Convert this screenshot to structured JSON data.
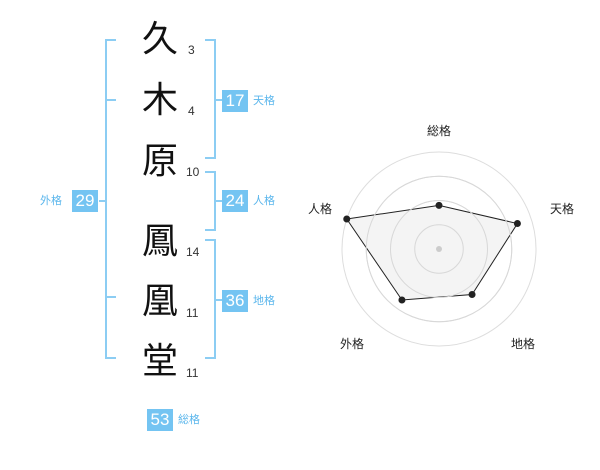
{
  "name_chars": [
    {
      "char": "久",
      "strokes": "3"
    },
    {
      "char": "木",
      "strokes": "4"
    },
    {
      "char": "原",
      "strokes": "10"
    },
    {
      "char": "鳳",
      "strokes": "14"
    },
    {
      "char": "凰",
      "strokes": "11"
    },
    {
      "char": "堂",
      "strokes": "11"
    }
  ],
  "grades": {
    "tenkaku": {
      "value": "17",
      "label": "天格"
    },
    "jinkaku": {
      "value": "24",
      "label": "人格"
    },
    "chikaku": {
      "value": "36",
      "label": "地格"
    },
    "gaikaku": {
      "value": "29",
      "label": "外格"
    },
    "soukaku": {
      "value": "53",
      "label": "総格"
    }
  },
  "colors": {
    "accent": "#74c4f2",
    "accent_text": "#5ab6ec",
    "bracket": "#8ccdf3",
    "radar_fill": "#f2f2f2",
    "radar_line": "#222222",
    "radar_grid": "#dddddd"
  },
  "radar": {
    "axes": [
      "総格",
      "天格",
      "地格",
      "外格",
      "人格"
    ],
    "levels": 4,
    "values": [
      0.45,
      0.85,
      0.58,
      0.65,
      1.0
    ]
  }
}
